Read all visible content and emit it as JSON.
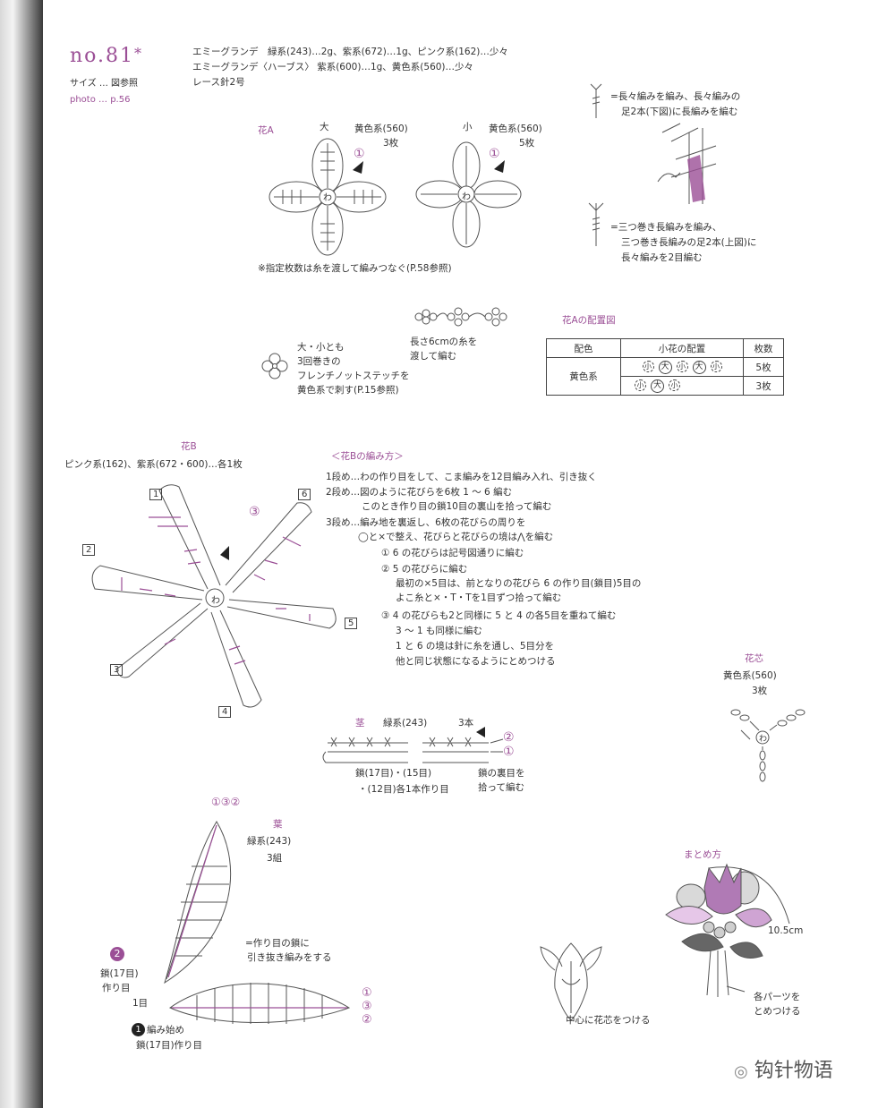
{
  "header": {
    "no": "no.81",
    "star": "*",
    "size_line": "サイズ … 図参照",
    "photo_line": "photo … p.56",
    "materials": [
      "エミーグランデ　緑系(243)…2g、紫系(672)…1g、ピンク系(162)…少々",
      "エミーグランデ〈ハーブス〉 紫系(600)…1g、黄色系(560)…少々",
      "レース針2号"
    ]
  },
  "symbols": {
    "sym1": [
      "=長々編みを編み、長々編みの",
      "足2本(下図)に長編みを編む"
    ],
    "sym2": [
      "=三つ巻き長編みを編み、",
      "三つ巻き長編みの足2本(上図)に",
      "長々編みを2目編む"
    ]
  },
  "flowerA": {
    "title": "花A",
    "large": {
      "size": "大",
      "color": "黄色系(560)",
      "count": "3枚"
    },
    "small": {
      "size": "小",
      "color": "黄色系(560)",
      "count": "5枚"
    },
    "center": "わ",
    "mark1": "①",
    "note": "※指定枚数は糸を渡して編みつなぐ(P.58参照)",
    "chain_note": [
      "長さ6cmの糸を",
      "渡して編む"
    ],
    "french_note": [
      "大・小とも",
      "3回巻きの",
      "フレンチノットステッチを",
      "黄色系で刺す(P.15参照)"
    ]
  },
  "arrangement": {
    "title": "花Aの配置図",
    "headers": [
      "配色",
      "小花の配置",
      "枚数"
    ],
    "color": "黄色系",
    "rows": [
      {
        "items": [
          "小",
          "大",
          "小",
          "大",
          "小"
        ],
        "count": "5枚"
      },
      {
        "items": [
          "小",
          "大",
          "小"
        ],
        "count": "3枚"
      }
    ]
  },
  "flowerB": {
    "title": "花B",
    "materials": "ピンク系(162)、紫系(672・600)…各1枚",
    "petal_nums": [
      "1",
      "2",
      "3",
      "4",
      "5",
      "6"
    ],
    "mark3": "③",
    "center": "わ"
  },
  "howto": {
    "title": "＜花Bの編み方＞",
    "lines": [
      "1段め…わの作り目をして、こま編みを12目編み入れ、引き抜く",
      "2段め…図のように花びらを6枚 1 〜 6 編む",
      "このとき作り目の鎖10目の裏山を拾って編む",
      "3段め…編み地を裏返し、6枚の花びらの周りを",
      "◯と×で整え、花びらと花びらの境は⋀を編む",
      "① 6 の花びらは記号図通りに編む",
      "② 5 の花びらに編む",
      "最初の×5目は、前となりの花びら 6 の作り目(鎖目)5目の",
      "よこ糸と×・T・Tを1目ずつ拾って編む",
      "③ 4 の花びらも2と同様に 5 と 4 の各5目を重ねて編む",
      "3 〜 1 も同様に編む",
      "1 と 6 の境は針に糸を通し、5目分を",
      "他と同じ状態になるようにとめつける"
    ]
  },
  "stem": {
    "title": "茎",
    "color": "緑系(243)",
    "count": "3本",
    "marks": [
      "②",
      "①"
    ],
    "chain_note": [
      "鎖(17目)・(15目)",
      "・(12目)各1本作り目"
    ],
    "back_note": [
      "鎖の裏目を",
      "拾って編む"
    ]
  },
  "core": {
    "title": "花芯",
    "color": "黄色系(560)",
    "count": "3枚",
    "center": "わ"
  },
  "leaf": {
    "title": "葉",
    "color": "緑系(243)",
    "count": "3組",
    "top_marks": "①③②",
    "right_marks": [
      "①",
      "③",
      "②"
    ],
    "note": [
      "=作り目の鎖に",
      "引き抜き編みをする"
    ],
    "mark2": "2",
    "chain2": [
      "鎖(17目)",
      "作り目"
    ],
    "row1": "1目",
    "start_num": "1",
    "start": "編み始め",
    "chain1": "鎖(17目)作り目"
  },
  "assembly": {
    "title": "まとめ方",
    "size": "10.5cm",
    "parts_note": [
      "各パーツを",
      "とめつける"
    ],
    "center_note": "中心に花芯をつける"
  },
  "watermark": "钩针物语",
  "colors": {
    "accent": "#9b4f96",
    "line": "#555555"
  }
}
